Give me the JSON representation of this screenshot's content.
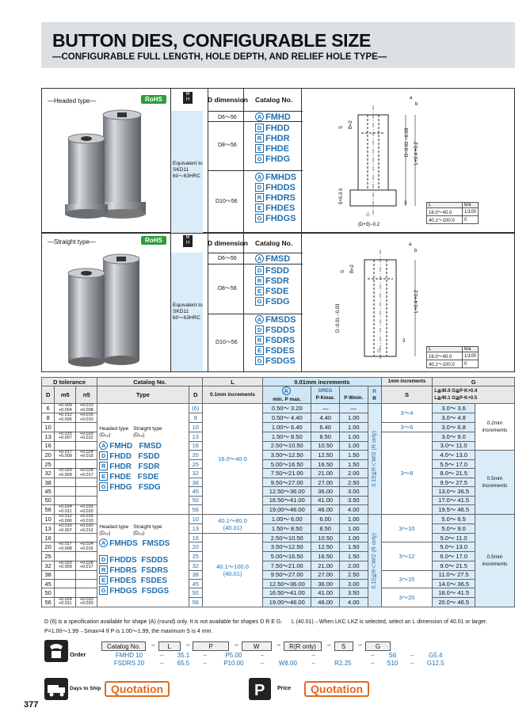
{
  "title": "BUTTON DIES, CONFIGURABLE SIZE",
  "subtitle": "—CONFIGURABLE FULL LENGTH, HOLE DEPTH, AND RELIEF HOLE TYPE—",
  "headed": {
    "label": "—Headed type—",
    "rohs": "RoHS",
    "mh": "M\nH",
    "col_d": "D dimension",
    "col_cat": "Catalog No.",
    "material": "Equivalent to\nSKD11\n60～63HRC",
    "d1": "D6～56",
    "d2": "D8～56",
    "d3": "D10～56",
    "c1": [
      [
        "A",
        "FMHD"
      ]
    ],
    "c2": [
      [
        "D",
        "FHDD"
      ],
      [
        "R",
        "FHDR"
      ],
      [
        "E",
        "FHDE"
      ],
      [
        "G",
        "FHDG"
      ]
    ],
    "c3": [
      [
        "A",
        "FMHDS"
      ],
      [
        "D",
        "FHDDS"
      ],
      [
        "R",
        "FHDRS"
      ],
      [
        "E",
        "FHDES"
      ],
      [
        "G",
        "FHDGS"
      ]
    ],
    "lb_tbl": {
      "h1": "L",
      "h2": "b/a",
      "r1": [
        "16.0～40.0",
        "1/100"
      ],
      "r2": [
        "40.1～100.0",
        "0"
      ]
    }
  },
  "straight": {
    "label": "—Straight type—",
    "rohs": "RoHS",
    "mh": "M\nH",
    "col_d": "D dimension",
    "col_cat": "Catalog No.",
    "material": "Equivalent to\nSKD11\n60～63HRC",
    "d1": "D6～56",
    "d2": "D8～56",
    "d3": "D10～56",
    "c1": [
      [
        "A",
        "FMSD"
      ]
    ],
    "c2": [
      [
        "D",
        "FSDD"
      ],
      [
        "R",
        "FSDR"
      ],
      [
        "E",
        "FSDE"
      ],
      [
        "G",
        "FSDG"
      ]
    ],
    "c3": [
      [
        "A",
        "FMSDS"
      ],
      [
        "D",
        "FSDDS"
      ],
      [
        "R",
        "FSDRS"
      ],
      [
        "E",
        "FSDES"
      ],
      [
        "G",
        "FSDGS"
      ]
    ],
    "lb_tbl": {
      "h1": "L",
      "h2": "b/a",
      "r1": [
        "16.0～40.0",
        "1/100"
      ],
      "r2": [
        "40.1～100.0",
        "0"
      ]
    }
  },
  "table": {
    "h_dtol": "D tolerance",
    "h_cat": "Catalog No.",
    "h_L": "L",
    "h_inc": "0.01mm increments",
    "h_1mm": "1mm increments",
    "h_G": "G",
    "h_D": "D",
    "h_m5": "m5",
    "h_n5": "n5",
    "h_type": "Type",
    "h_Dc": "D",
    "h_Linc": "0.1mm increments",
    "h_A": "A",
    "h_DREG": "DREG",
    "h_R": "R",
    "h_minP": "min. P max.",
    "h_Pkmax": "P·Kmax.",
    "h_Pwmin": "P·Wmin.",
    "h_Rr": "R",
    "h_S": "S",
    "g_note1": "L≦40.0 G≧P·K+0.4",
    "g_note2": "L≧40.1 G≧P·K+0.5",
    "rows1": [
      [
        "6",
        "+0.009 / +0.004",
        "+0.013 / +0.008",
        "(6)",
        "0.50～ 3.20",
        "—",
        "—",
        "3.0～ 3.6"
      ],
      [
        "8",
        "+0.012 / +0.006",
        "+0.016 / +0.010",
        "8",
        "0.50～ 4.40",
        "4.40",
        "1.00",
        "3.0～ 4.8"
      ],
      [
        "10",
        "",
        "",
        "10",
        "1.00～ 6.40",
        "6.40",
        "1.00",
        "3.0～ 6.8"
      ],
      [
        "13",
        "+0.015 / +0.007",
        "+0.020 / +0.012",
        "13",
        "1.50～ 8.50",
        "8.50",
        "1.00",
        "3.0～ 9.0"
      ],
      [
        "16",
        "",
        "",
        "16",
        "2.50～10.50",
        "10.50",
        "1.00",
        "3.0～ 11.0"
      ],
      [
        "20",
        "+0.017 / +0.008",
        "+0.024 / +0.015",
        "20",
        "3.50～12.50",
        "12.50",
        "1.50",
        "4.0～ 13.0"
      ],
      [
        "25",
        "",
        "",
        "25",
        "5.00～16.50",
        "16.50",
        "1.50",
        "5.5～ 17.0"
      ],
      [
        "32",
        "+0.020 / +0.009",
        "+0.028 / +0.017",
        "32",
        "7.50～21.00",
        "21.00",
        "2.00",
        "8.0～ 21.5"
      ],
      [
        "38",
        "",
        "",
        "38",
        "9.50～27.00",
        "27.00",
        "2.50",
        "9.5～ 27.5"
      ],
      [
        "45",
        "",
        "",
        "45",
        "12.50～36.00",
        "36.00",
        "3.00",
        "13.0～ 36.5"
      ],
      [
        "50",
        "",
        "",
        "50",
        "16.50～41.00",
        "41.00",
        "3.50",
        "17.0～ 41.5"
      ],
      [
        "56",
        "+0.024 / +0.011",
        "+0.033 / +0.020",
        "56",
        "19.00～46.00",
        "46.00",
        "4.00",
        "19.5～ 46.5"
      ]
    ],
    "rows2": [
      [
        "10",
        "+0.012 / +0.006",
        "+0.016 / +0.010",
        "10",
        "1.00～ 6.00",
        "6.00",
        "1.00",
        "5.0～ 6.5"
      ],
      [
        "13",
        "+0.015 / +0.007",
        "+0.020 / +0.012",
        "13",
        "1.50～ 8.50",
        "8.50",
        "1.00",
        "5.0～ 9.0"
      ],
      [
        "16",
        "",
        "",
        "16",
        "2.50～10.50",
        "10.50",
        "1.00",
        "5.0～ 11.0"
      ],
      [
        "20",
        "+0.017 / +0.008",
        "+0.024 / +0.015",
        "20",
        "3.50～12.50",
        "12.50",
        "1.50",
        "5.0～ 13.0"
      ],
      [
        "25",
        "",
        "",
        "25",
        "5.00～16.50",
        "16.50",
        "1.50",
        "6.0～ 17.0"
      ],
      [
        "32",
        "+0.020 / +0.009",
        "+0.028 / +0.017",
        "32",
        "7.50～21.00",
        "21.00",
        "2.00",
        "9.0～ 21.5"
      ],
      [
        "38",
        "",
        "",
        "38",
        "9.50～27.00",
        "27.00",
        "2.50",
        "11.0～ 27.5"
      ],
      [
        "45",
        "",
        "",
        "45",
        "12.50～36.00",
        "36.00",
        "3.00",
        "14.0～ 36.5"
      ],
      [
        "50",
        "",
        "",
        "50",
        "16.50～41.00",
        "41.00",
        "3.50",
        "18.0～ 41.5"
      ],
      [
        "56",
        "+0.024 / +0.011",
        "+0.033 / +0.020",
        "56",
        "19.00～46.00",
        "46.00",
        "4.00",
        "20.0～ 46.5"
      ]
    ],
    "type_head": "Headed type",
    "type_head_sub": "(D₆₅)",
    "type_straight": "Straight type",
    "type_straight_sub": "(D₆₅)",
    "L1": "16.0～40.0",
    "L2a": "40.1～80.0",
    "L2b": "(40.01)",
    "L3a": "40.1～100.0",
    "L3b": "(40.01)",
    "r_formula": "0.15≦R＜W/2 (R only)",
    "s1a": "3～4",
    "s1b": "3～6",
    "s1c": "3～8",
    "s2a": "3～10",
    "s2b": "3～12",
    "s2c": "3～15",
    "s2d": "3～20",
    "g_inc1": "0.2mm increments",
    "g_inc2": "0.5mm increments",
    "g_inc3": "0.5mm increments"
  },
  "notes": {
    "n1": "D (6) is a specification available for shape (A) (round) only.  It is not available for shapes D R E G.",
    "n2": "L (40.01)→When LKC·LKZ is selected, select an L dimension of 40.01 or larger.",
    "n3": "P=1.00～1.99→Smax=4  If P is 1.00～1.99, the maximum S is 4 mm."
  },
  "order": {
    "label": "Order",
    "cols": [
      "Catalog No.",
      "L",
      "P",
      "W",
      "R(R only)",
      "S",
      "G"
    ],
    "ex1": [
      "FMHD 10",
      "35.1",
      "P5.00",
      "",
      "",
      "S6",
      "G5.4"
    ],
    "ex2": [
      "FSDRS 20",
      "65.5",
      "P10.00",
      "W8.00",
      "R2.25",
      "S10",
      "G12.5"
    ]
  },
  "ship": {
    "label": "Days to Ship",
    "value": "Quotation"
  },
  "price": {
    "label": "Price",
    "value": "Quotation"
  },
  "page_no": "377"
}
